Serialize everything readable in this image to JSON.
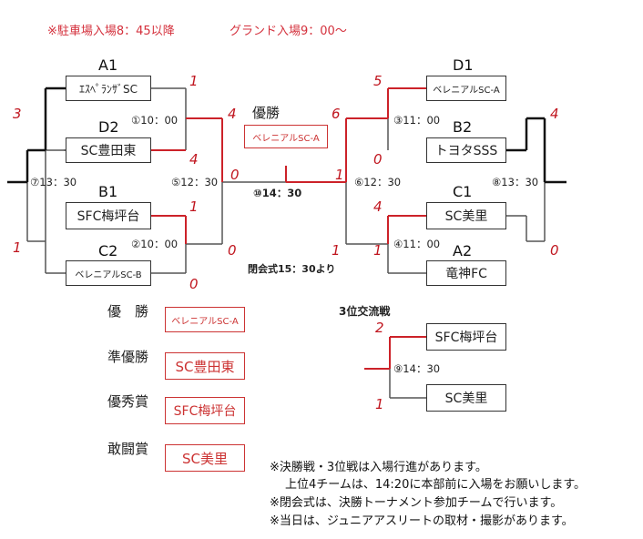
{
  "notice": {
    "parking": "※駐車場入場8：45以降",
    "ground": "グランド入場9：00～"
  },
  "seeds": {
    "a1": "A1",
    "d2": "D2",
    "b1": "B1",
    "c2": "C2",
    "d1": "D1",
    "b2": "B2",
    "c1": "C1",
    "a2": "A2"
  },
  "teams": {
    "a1": "ｴｽﾍﾟﾗﾝｻﾞSC",
    "d2": "SC豊田東",
    "b1": "SFC梅坪台",
    "c2": "ベレニアルSC-B",
    "d1": "ベレニアルSC-A",
    "b2": "トヨタSSS",
    "c1": "SC美里",
    "a2": "竜神FC"
  },
  "champion": {
    "label": "優勝",
    "team": "ベレニアルSC-A"
  },
  "matches": {
    "m1": "①10：00",
    "m2": "②10：00",
    "m3": "③11：00",
    "m4": "④11：00",
    "m5": "⑤12：30",
    "m6": "⑥12：30",
    "m7": "⑦13：30",
    "m8": "⑧13：30",
    "m9": "⑨14：30",
    "m10": "⑩14：30"
  },
  "closing": "閉会式15：30より",
  "scores": {
    "a1": "1",
    "d2": "4",
    "b1": "1",
    "c2": "0",
    "s5_top": "4",
    "s5_bottom": "0",
    "s7_top": "3",
    "s7_bottom": "1",
    "final_left": "0",
    "final_right": "1",
    "s6_top": "6",
    "s6_bottom": "1",
    "d1": "5",
    "b2": "0",
    "c1": "4",
    "a2": "1",
    "s8_top": "4",
    "s8_bottom": "0"
  },
  "third_place": {
    "title": "3位交流戦",
    "team_top": "SFC梅坪台",
    "team_bottom": "SC美里",
    "score_top": "2",
    "score_bottom": "1"
  },
  "awards": [
    {
      "label": "優　勝",
      "team": "ベレニアルSC-A"
    },
    {
      "label": "準優勝",
      "team": "SC豊田東"
    },
    {
      "label": "優秀賞",
      "team": "SFC梅坪台"
    },
    {
      "label": "敢闘賞",
      "team": "SC美里"
    }
  ],
  "notes": [
    "※決勝戦・3位戦は入場行進があります。",
    "上位4チームは、14:20に本部前に入場をお願いします。",
    "※閉会式は、決勝トーナメント参加チームで行います。",
    "※当日は、ジュニアアスリートの取材・撮影があります。"
  ],
  "colors": {
    "winner_line": "#cc2229",
    "bracket_line": "#555555",
    "outer_winner_line": "#111111",
    "notice_text": "#d4303c"
  }
}
